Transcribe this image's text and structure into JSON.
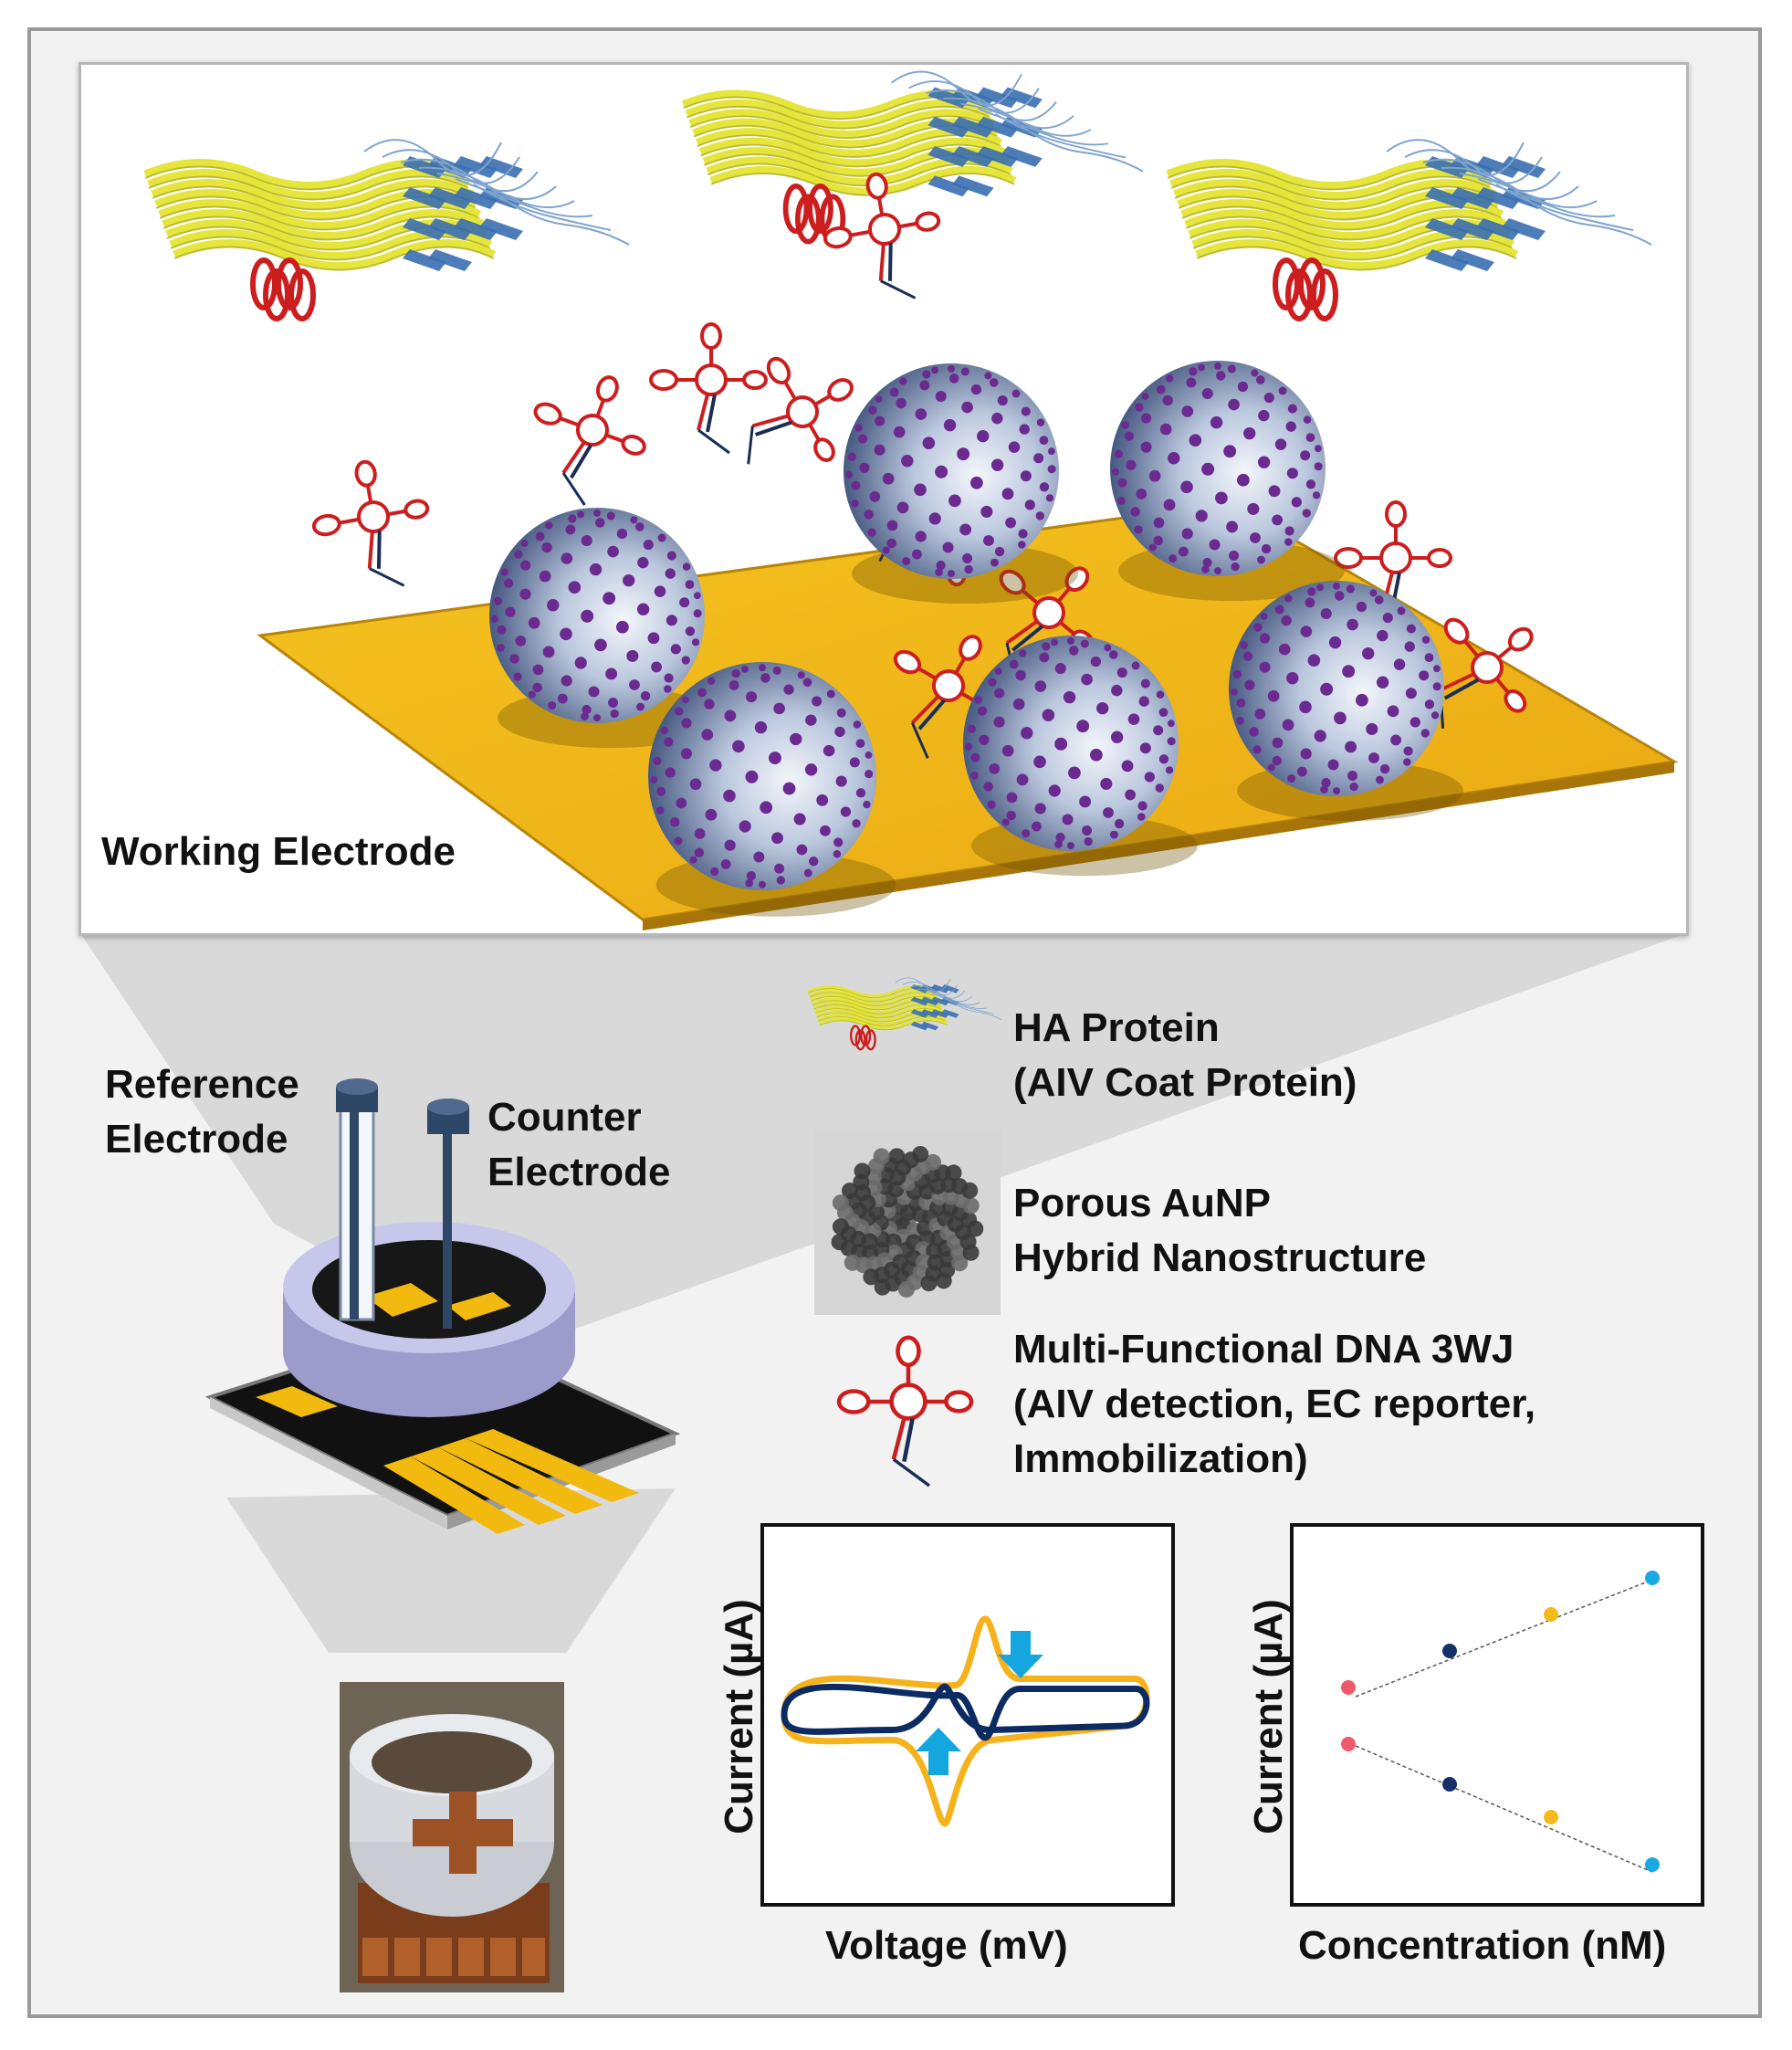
{
  "labels": {
    "working_electrode": "Working Electrode",
    "reference_electrode_line1": "Reference",
    "reference_electrode_line2": "Electrode",
    "counter_electrode_line1": "Counter",
    "counter_electrode_line2": "Electrode"
  },
  "legend": {
    "ha_protein_line1": "HA Protein",
    "ha_protein_line2": "(AIV Coat Protein)",
    "aunp_line1": "Porous AuNP",
    "aunp_line2": "Hybrid Nanostructure",
    "dna_line1": "Multi-Functional DNA 3WJ",
    "dna_line2": "(AIV detection, EC reporter,",
    "dna_line3": "Immobilization)"
  },
  "colors": {
    "gold": "#f0bd1b",
    "sphere": "#b9c6dd",
    "sphere_dot": "#6b2a90",
    "dna": "#cc1e1e",
    "protein_yellow": "#e4e432",
    "protein_blue": "#3a6fb0",
    "cv_outer": "#f5b21b",
    "cv_inner": "#0d2b63",
    "arrow": "#15a6e0",
    "pink": "#ee5a6a",
    "navy": "#17306a",
    "yellow": "#f4ba1c",
    "cyan": "#1ba9e1"
  },
  "chart_data": [
    {
      "type": "line",
      "title": "",
      "xlabel": "Voltage (mV)",
      "ylabel": "Current (µA)",
      "series": [
        {
          "values": []
        },
        {
          "values": []
        }
      ],
      "annotations": [
        "down arrow: oxidation peak current decreases",
        "up arrow: reduction peak current increases"
      ]
    },
    {
      "type": "scatter",
      "title": "",
      "xlabel": "Concentration (nM)",
      "ylabel": "Current (µA)",
      "series": [
        {
          "values": [
            1,
            2,
            3,
            4
          ],
          "colors": [
            "pink",
            "navy",
            "yellow",
            "cyan"
          ],
          "trend": "increasing"
        },
        {
          "values": [
            1,
            2,
            3,
            4
          ],
          "colors": [
            "pink",
            "navy",
            "yellow",
            "cyan"
          ],
          "trend": "decreasing"
        }
      ]
    }
  ]
}
